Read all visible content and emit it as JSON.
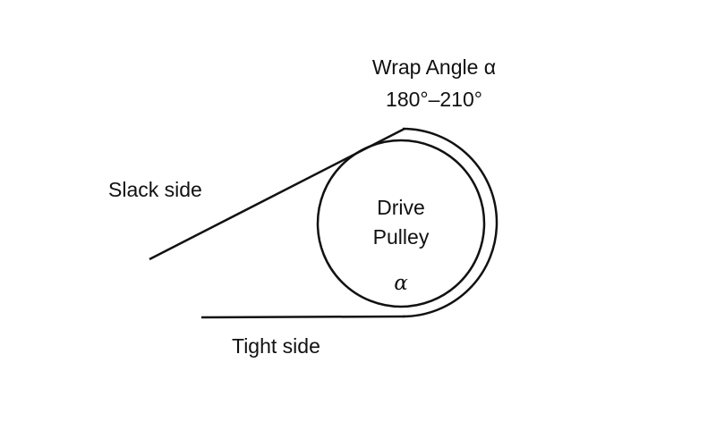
{
  "labels": {
    "wrap_angle_title": "Wrap Angle α",
    "wrap_angle_range": "180°–210°",
    "slack_side": "Slack side",
    "tight_side": "Tight side",
    "pulley_line1": "Drive",
    "pulley_line2": "Pulley",
    "alpha": "α"
  }
}
